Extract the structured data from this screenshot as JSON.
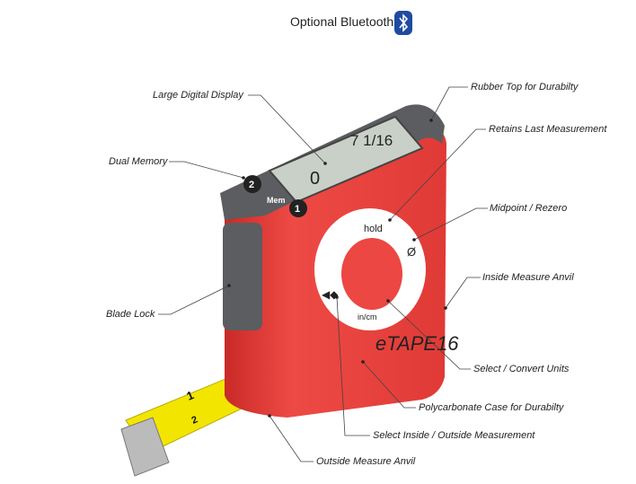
{
  "header": {
    "title": "Optional Bluetooth",
    "icon": "bluetooth-icon",
    "icon_color": "#1f4aa0"
  },
  "device": {
    "brand": "eTAPE16",
    "display_reading_top": "7 1/16",
    "display_reading_bottom": "0",
    "buttons": {
      "mem_label": "Mem",
      "mem1": "1",
      "mem2": "2",
      "hold": "hold",
      "units": "in/cm",
      "zero": "Ø"
    },
    "colors": {
      "body": "#e8403c",
      "bezel": "#5b5d60",
      "tape": "#f2e600",
      "display": "#c9d0c8"
    }
  },
  "callouts": [
    {
      "label": "Large Digital Display"
    },
    {
      "label": "Rubber Top for Durabilty"
    },
    {
      "label": "Retains Last Measurement"
    },
    {
      "label": "Dual Memory"
    },
    {
      "label": "Midpoint / Rezero"
    },
    {
      "label": "Inside Measure Anvil"
    },
    {
      "label": "Blade Lock"
    },
    {
      "label": "Select / Convert Units"
    },
    {
      "label": "Polycarbonate Case for Durabilty"
    },
    {
      "label": "Select Inside / Outside Measurement"
    },
    {
      "label": "Outside Measure Anvil"
    }
  ]
}
